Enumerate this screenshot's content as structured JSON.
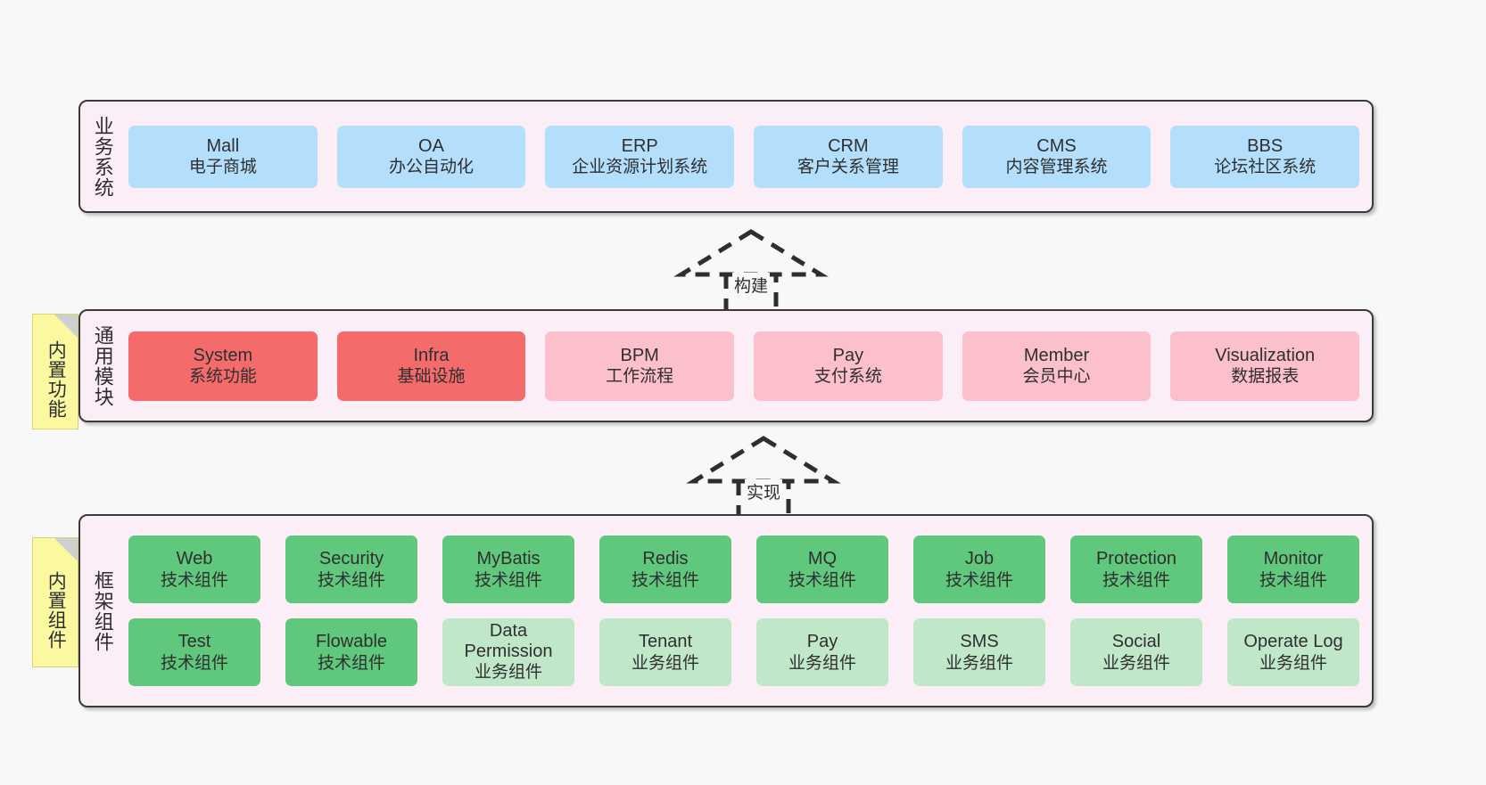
{
  "layers": [
    {
      "id": "business",
      "title": "业务系统",
      "rows": [
        [
          {
            "en": "Mall",
            "cn": "电子商城",
            "color": "blue"
          },
          {
            "en": "OA",
            "cn": "办公自动化",
            "color": "blue"
          },
          {
            "en": "ERP",
            "cn": "企业资源计划系统",
            "color": "blue"
          },
          {
            "en": "CRM",
            "cn": "客户关系管理",
            "color": "blue"
          },
          {
            "en": "CMS",
            "cn": "内容管理系统",
            "color": "blue"
          },
          {
            "en": "BBS",
            "cn": "论坛社区系统",
            "color": "blue"
          }
        ]
      ]
    },
    {
      "id": "common",
      "title": "通用模块",
      "rows": [
        [
          {
            "en": "System",
            "cn": "系统功能",
            "color": "red"
          },
          {
            "en": "Infra",
            "cn": "基础设施",
            "color": "red"
          },
          {
            "en": "BPM",
            "cn": "工作流程",
            "color": "pink"
          },
          {
            "en": "Pay",
            "cn": "支付系统",
            "color": "pink"
          },
          {
            "en": "Member",
            "cn": "会员中心",
            "color": "pink"
          },
          {
            "en": "Visualization",
            "cn": "数据报表",
            "color": "pink"
          }
        ]
      ]
    },
    {
      "id": "framework",
      "title": "框架组件",
      "rows": [
        [
          {
            "en": "Web",
            "cn": "技术组件",
            "color": "green"
          },
          {
            "en": "Security",
            "cn": "技术组件",
            "color": "green"
          },
          {
            "en": "MyBatis",
            "cn": "技术组件",
            "color": "green"
          },
          {
            "en": "Redis",
            "cn": "技术组件",
            "color": "green"
          },
          {
            "en": "MQ",
            "cn": "技术组件",
            "color": "green"
          },
          {
            "en": "Job",
            "cn": "技术组件",
            "color": "green"
          },
          {
            "en": "Protection",
            "cn": "技术组件",
            "color": "green"
          },
          {
            "en": "Monitor",
            "cn": "技术组件",
            "color": "green"
          }
        ],
        [
          {
            "en": "Test",
            "cn": "技术组件",
            "color": "green"
          },
          {
            "en": "Flowable",
            "cn": "技术组件",
            "color": "green"
          },
          {
            "en": "Data Permission",
            "cn": "业务组件",
            "color": "lightgreen",
            "wrap": true
          },
          {
            "en": "Tenant",
            "cn": "业务组件",
            "color": "lightgreen"
          },
          {
            "en": "Pay",
            "cn": "业务组件",
            "color": "lightgreen"
          },
          {
            "en": "SMS",
            "cn": "业务组件",
            "color": "lightgreen"
          },
          {
            "en": "Social",
            "cn": "业务组件",
            "color": "lightgreen"
          },
          {
            "en": "Operate Log",
            "cn": "业务组件",
            "color": "lightgreen"
          }
        ]
      ]
    }
  ],
  "notes": [
    {
      "id": "common",
      "text": "内置功能"
    },
    {
      "id": "framework",
      "text": "内置组件"
    }
  ],
  "arrows": [
    {
      "id": "build",
      "label": "构建"
    },
    {
      "id": "implement",
      "label": "实现"
    }
  ],
  "colors": {
    "canvas": "#f8f8f8",
    "layer_fill": "#fbeef7",
    "layer_border": "#3a3a3a",
    "blue": "#b3dffc",
    "red": "#f46b6b",
    "pink": "#fbc0cb",
    "green": "#5fc87c",
    "light_green": "#c0e7c8",
    "note_fill": "#fbf8a0",
    "note_fold": "#cfcfcf",
    "text": "#2f2f2f"
  }
}
